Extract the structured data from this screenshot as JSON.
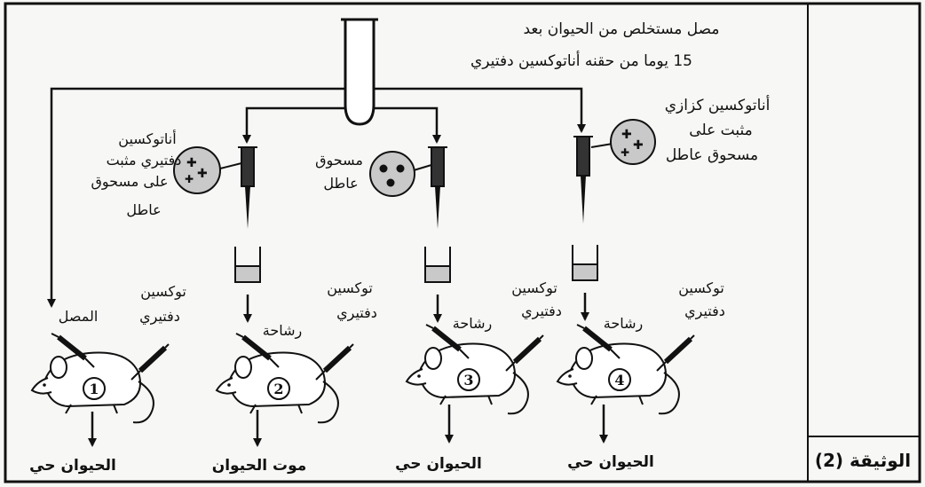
{
  "header": {
    "serum_line1": "مصل مستخلص من الحيوان بعد",
    "serum_line2": "15 يوما من حقنه  أناتوكسين دفتيري"
  },
  "branches": [
    {
      "id": 1,
      "left_label": "المصل",
      "right_label": [
        "توكسين",
        "دفتيري"
      ],
      "result": "الحيوان حي"
    },
    {
      "id": 2,
      "antigen_label": [
        "أناتوكسين",
        "دفتيري مثبت",
        "على مسحوق",
        "عاطل"
      ],
      "left_label": "رشاحة",
      "right_label": [
        "توكسين",
        "دفتيري"
      ],
      "result": "موت الحيوان"
    },
    {
      "id": 3,
      "antigen_label": [
        "مسحوق",
        "عاطل"
      ],
      "left_label": "رشاحة",
      "right_label": [
        "توكسين",
        "دفتيري"
      ],
      "result": "الحيوان حي"
    },
    {
      "id": 4,
      "antigen_label": [
        "أناتوكسين كزازي",
        "مثبت على",
        "مسحوق عاطل"
      ],
      "left_label": "رشاحة",
      "right_label": [
        "توكسين",
        "دفتيري"
      ],
      "result": "الحيوان حي"
    }
  ],
  "document_label": "الوثيقة (2)",
  "colors": {
    "ink": "#111111",
    "paper": "#f7f7f5",
    "fill_gray": "#bdbdbd"
  }
}
